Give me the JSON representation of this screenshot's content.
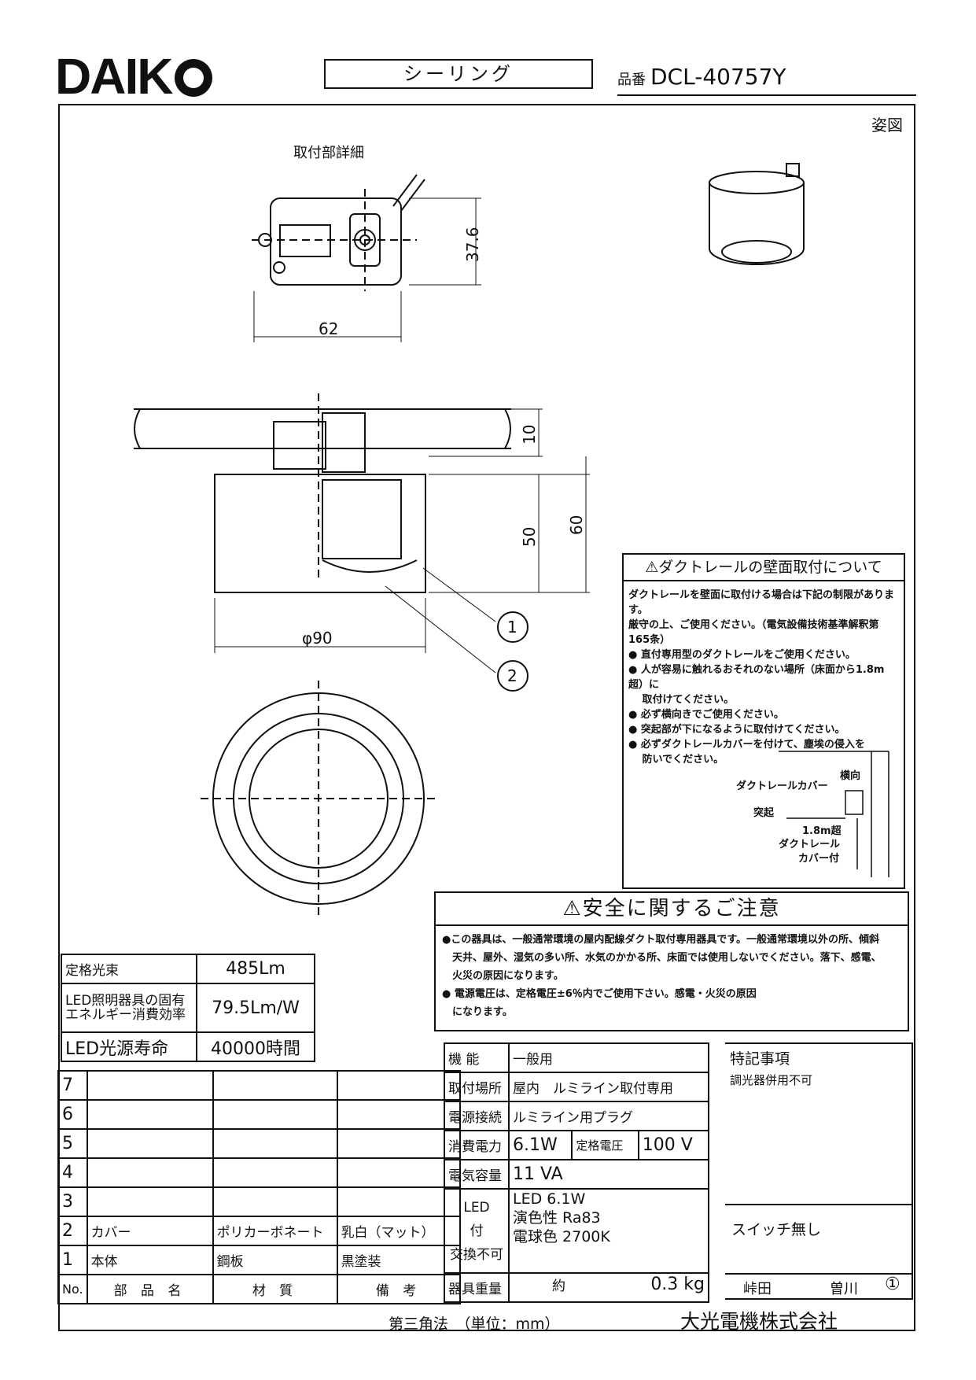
{
  "header": {
    "logo": "DAIK",
    "product_type": "シーリング",
    "pn_label": "品番",
    "part_number": "DCL-40757Y"
  },
  "drawing": {
    "view_label": "姿図",
    "detail_label": "取付部詳細",
    "dims": {
      "w62": "62",
      "h37": "37.6",
      "h10": "10",
      "h50": "50",
      "h60": "60",
      "d90": "φ90"
    },
    "callouts": [
      "1",
      "2"
    ]
  },
  "duct_notice": {
    "title": "⚠ダクトレールの壁面取付について",
    "lines": [
      "ダクトレールを壁面に取付ける場合は下記の制限があります。",
      "厳守の上、ご使用ください。（電気設備技術基準解釈第165条）",
      "● 直付専用型のダクトレールをご使用ください。",
      "● 人が容易に触れるおそれのない場所（床面から1.8m超）に",
      "　 取付けてください。",
      "● 必ず横向きでご使用ください。",
      "● 突起部が下になるように取付けてください。",
      "● 必ずダクトレールカバーを付けて、塵埃の侵入を",
      "　 防いでください。"
    ],
    "fig": {
      "cover": "ダクトレールカバー",
      "side": "横向",
      "protrusion": "突起",
      "h18": "1.8m超",
      "duct": "ダクトレール",
      "with_cover": "カバー付"
    }
  },
  "safety": {
    "title": "安全に関するご注意",
    "lines": [
      "●この器具は、一般通常環境の屋内配線ダクト取付専用器具です。一般通常環境以外の所、傾斜",
      "　天井、屋外、湿気の多い所、水気のかかる所、床面では使用しないでください。落下、感電、",
      "　火災の原因になります。",
      "● 電源電圧は、定格電圧±6％内でご使用下さい。感電・火災の原因",
      "　になります。"
    ]
  },
  "spec": [
    {
      "label": "定格光束",
      "value": "485Lm"
    },
    {
      "label": "LED照明器具の固有\nエネルギー消費効率",
      "value": "79.5Lm/W"
    },
    {
      "label": "LED光源寿命",
      "value": "40000時間"
    }
  ],
  "parts": {
    "rows": [
      {
        "no": "7",
        "name": "",
        "material": "",
        "note": ""
      },
      {
        "no": "6",
        "name": "",
        "material": "",
        "note": ""
      },
      {
        "no": "5",
        "name": "",
        "material": "",
        "note": ""
      },
      {
        "no": "4",
        "name": "",
        "material": "",
        "note": ""
      },
      {
        "no": "3",
        "name": "",
        "material": "",
        "note": ""
      },
      {
        "no": "2",
        "name": "カバー",
        "material": "ポリカーボネート",
        "note": "乳白（マット）"
      },
      {
        "no": "1",
        "name": "本体",
        "material": "鋼板",
        "note": "黒塗装"
      }
    ],
    "header": {
      "no": "No.",
      "name": "部 品 名",
      "material": "材 質",
      "note": "備 考"
    }
  },
  "func": {
    "function_label": "機 能",
    "function": "一般用",
    "location_label": "取付場所",
    "location": "屋内　ルミライン取付専用",
    "power_conn_label": "電源接続",
    "power_conn": "ルミライン用プラグ",
    "power_label": "消費電力",
    "power": "6.1W",
    "rated_v_label": "定格電圧",
    "rated_v": "100 V",
    "capacity_label": "電気容量",
    "capacity": "11 VA",
    "led_label1": "LED",
    "led_label2": "付",
    "led_label3": "交換不可",
    "led_lines": [
      "LED 6.1W",
      "演色性 Ra83",
      "電球色 2700K"
    ],
    "weight_label": "器具重量",
    "weight_prefix": "約",
    "weight": "0.3 kg"
  },
  "notes": {
    "title": "特記事項",
    "n1": "調光器併用不可",
    "n2": "スイッチ無し",
    "sign1": "峠田",
    "sign2": "曽川",
    "rev": "①"
  },
  "footer": {
    "method": "第三角法　（単位：mm）",
    "company": "大光電機株式会社"
  }
}
